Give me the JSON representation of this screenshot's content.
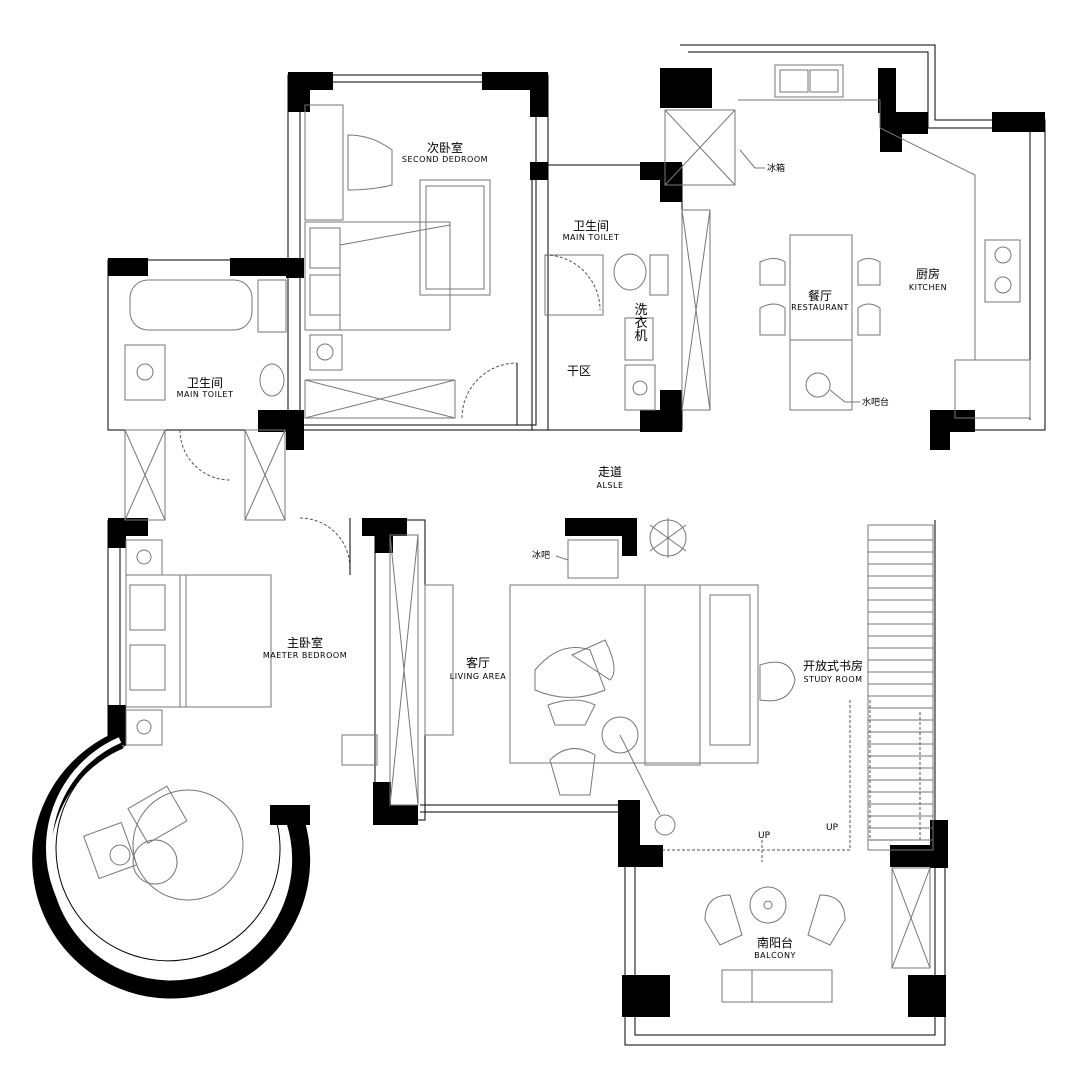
{
  "rooms": {
    "second_bedroom": {
      "cn": "次卧室",
      "en": "SECOND DEDROOM"
    },
    "main_toilet_upper": {
      "cn": "卫生间",
      "en": "MAIN TOILET"
    },
    "main_toilet_left": {
      "cn": "卫生间",
      "en": "MAIN TOILET"
    },
    "restaurant": {
      "cn": "餐厅",
      "en": "RESTAURANT"
    },
    "kitchen": {
      "cn": "厨房",
      "en": "KITCHEN"
    },
    "dry_area": {
      "cn": "干区"
    },
    "aisle": {
      "cn": "走道",
      "en": "ALSLE"
    },
    "master_bedroom": {
      "cn": "主卧室",
      "en": "MAETER BEDROOM"
    },
    "living_area": {
      "cn": "客厅",
      "en": "LIVING   AREA"
    },
    "study_room": {
      "cn": "开放式书房",
      "en": "STUDY ROOM"
    },
    "balcony": {
      "cn": "南阳台",
      "en": "BALCONY"
    }
  },
  "annotations": {
    "fridge": "冰箱",
    "water_bar": "水吧台",
    "ice_bar": "冰吧",
    "washer": "洗衣机",
    "up_stairs": "UP",
    "up_balcony": "UP"
  }
}
